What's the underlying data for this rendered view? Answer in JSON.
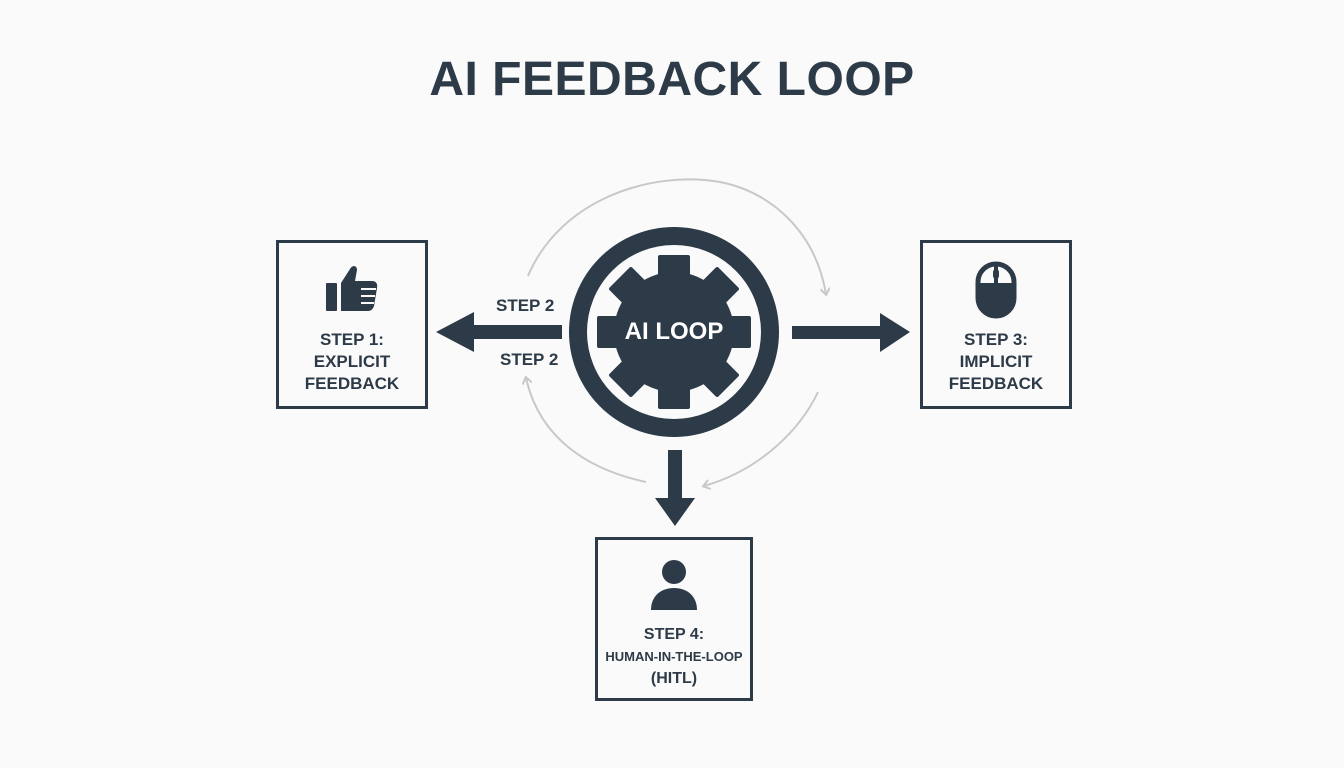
{
  "title": "AI FEEDBACK LOOP",
  "hub": {
    "label": "AI LOOP",
    "icon": "gear-icon"
  },
  "arrow_labels": [
    "STEP 2",
    "STEP 2"
  ],
  "steps": [
    {
      "line1": "STEP 1:",
      "line2": "EXPLICIT",
      "line3": "FEEDBACK",
      "icon": "thumbs-up-icon"
    },
    {
      "line1": "STEP 3:",
      "line2": "IMPLICIT",
      "line3": "FEEDBACK",
      "icon": "mouse-icon"
    },
    {
      "line1": "STEP 4:",
      "line2": "HUMAN-IN-THE-LOOP",
      "line3": "(HITL)",
      "icon": "person-icon"
    }
  ],
  "colors": {
    "primary": "#2d3a47",
    "cycle_arrows": "#c8c8c8",
    "background": "#fafafa"
  }
}
